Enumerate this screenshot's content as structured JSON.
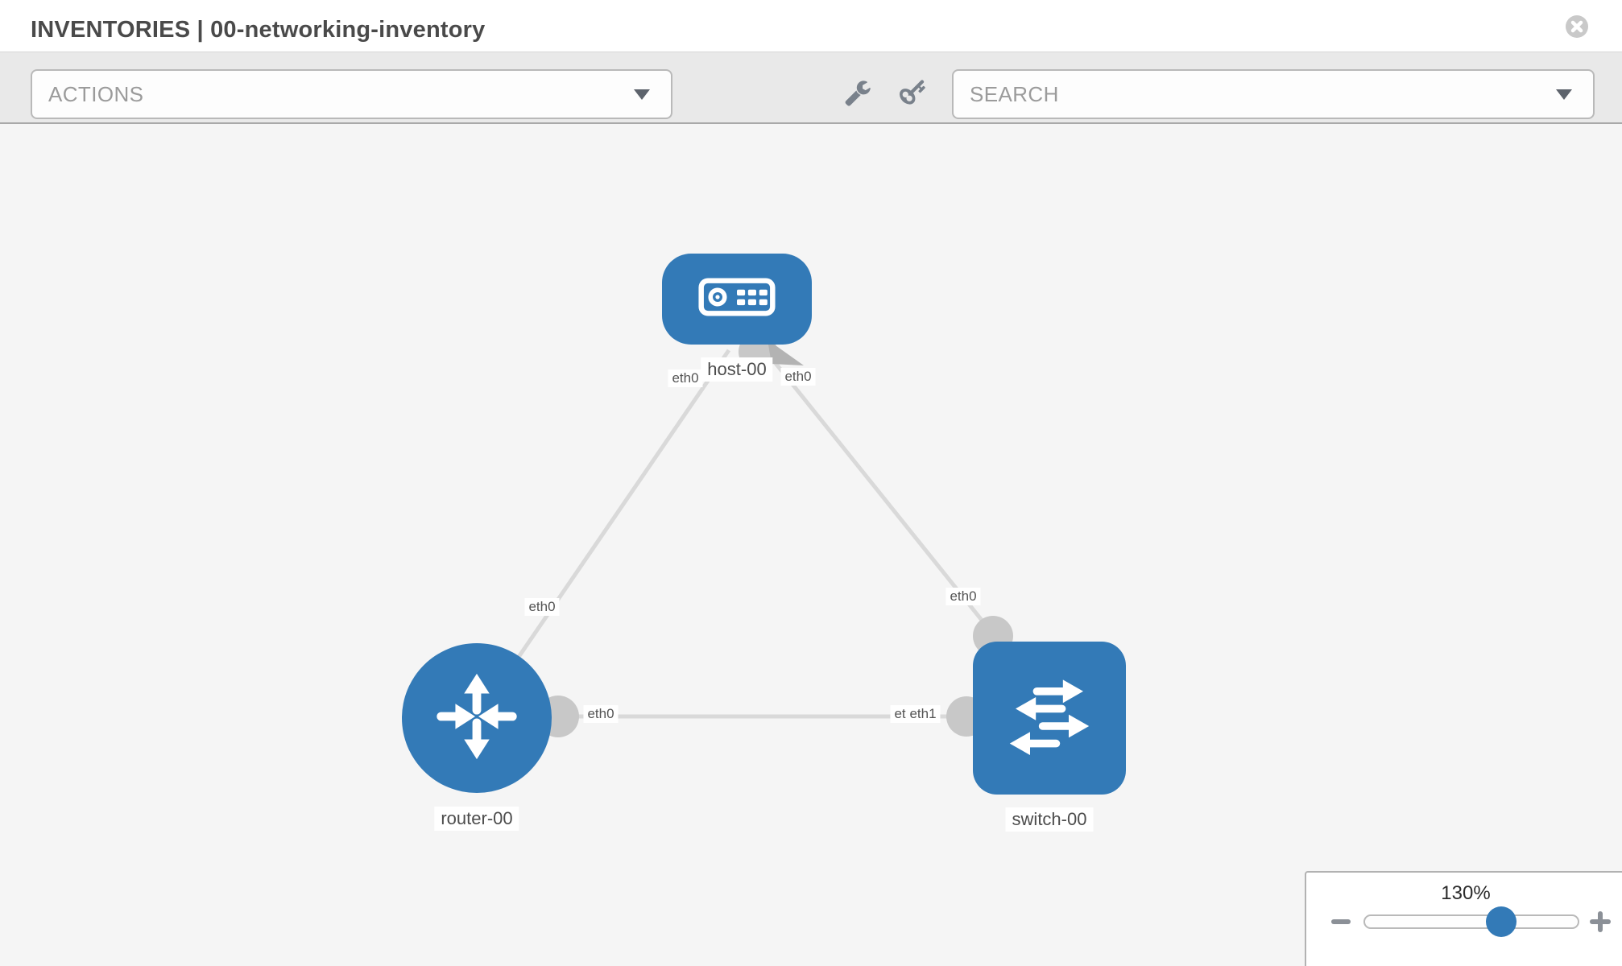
{
  "header": {
    "title": "INVENTORIES | 00-networking-inventory",
    "close_icon": "circle-x-icon"
  },
  "toolbar": {
    "actions_label": "ACTIONS",
    "search_label": "SEARCH",
    "icons": [
      "wrench-icon",
      "key-icon"
    ]
  },
  "diagram": {
    "nodes": [
      {
        "id": "host-00",
        "label": "host-00",
        "type": "host",
        "icon": "server-icon"
      },
      {
        "id": "router-00",
        "label": "router-00",
        "type": "router",
        "icon": "router-arrows-icon"
      },
      {
        "id": "switch-00",
        "label": "switch-00",
        "type": "switch",
        "icon": "switch-arrows-icon"
      }
    ],
    "links": [
      {
        "from": "host-00",
        "from_interface": "eth0",
        "to": "router-00",
        "to_interface": "eth0"
      },
      {
        "from": "host-00",
        "from_interface": "eth0",
        "to": "switch-00",
        "to_interface": "eth0"
      },
      {
        "from": "router-00",
        "from_interface": "eth0",
        "to": "switch-00",
        "to_interface": "eth1",
        "to_interface_occluded": "eth0"
      }
    ]
  },
  "zoom_control": {
    "value": "130%",
    "percent": 130
  },
  "colors": {
    "node_blue": "#337ab7",
    "link_gray": "#d9d9d9",
    "endpoint_gray": "#c8c8c8",
    "arrowhead_gray": "#b3b3b3",
    "toolbar_bg": "#e9e9e9",
    "canvas_bg": "#f5f5f5"
  }
}
